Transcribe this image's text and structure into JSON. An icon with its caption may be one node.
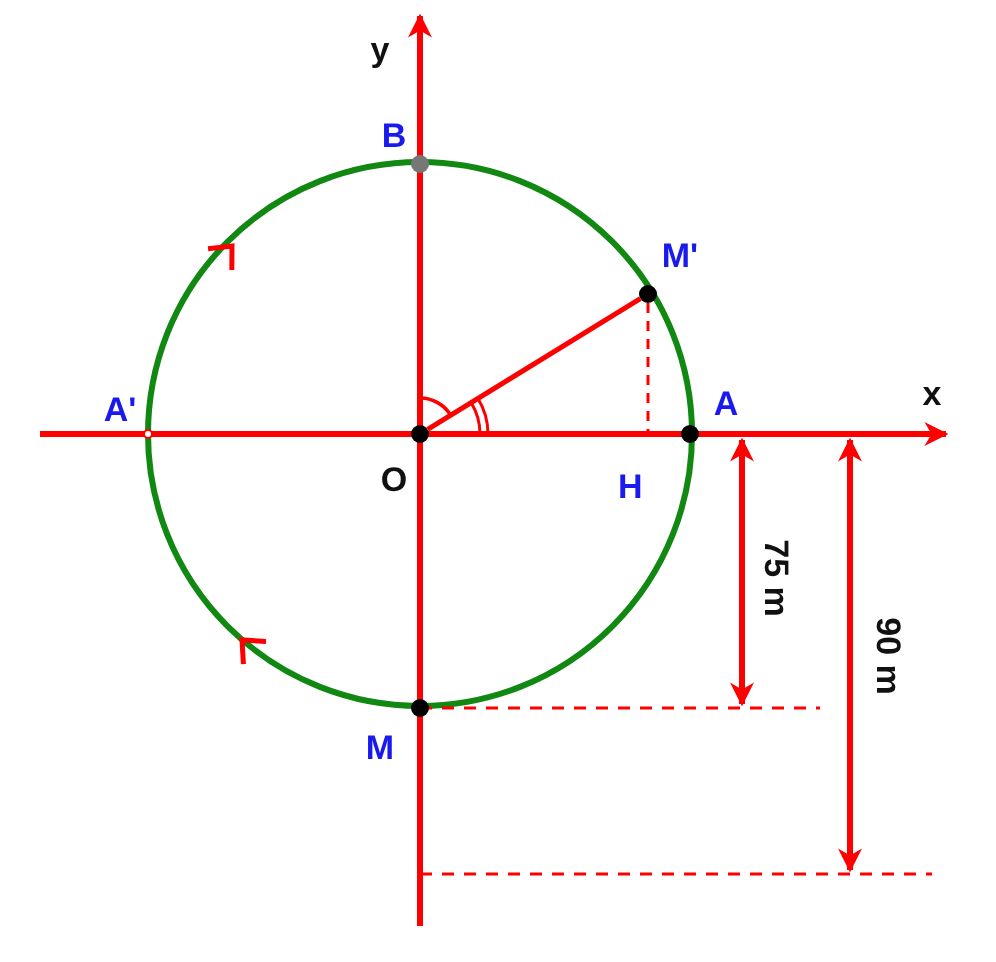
{
  "diagram": {
    "nodes": [
      {
        "text": [],
        "shape": "circle"
      },
      {
        "text": [],
        "shape": "circle"
      },
      {
        "text": [
          "H"
        ]
      }
    ],
    "edges": [
      {
        "from": 1,
        "to": 0,
        "arrow": "none"
      },
      {
        "from": 0,
        "to": 2,
        "arrow": "none",
        "style": "dashed"
      }
    ],
    "labels": [
      "y",
      "B",
      "M'",
      "A'",
      "A",
      "x",
      "O",
      "75 m",
      "90 m",
      "M"
    ]
  }
}
